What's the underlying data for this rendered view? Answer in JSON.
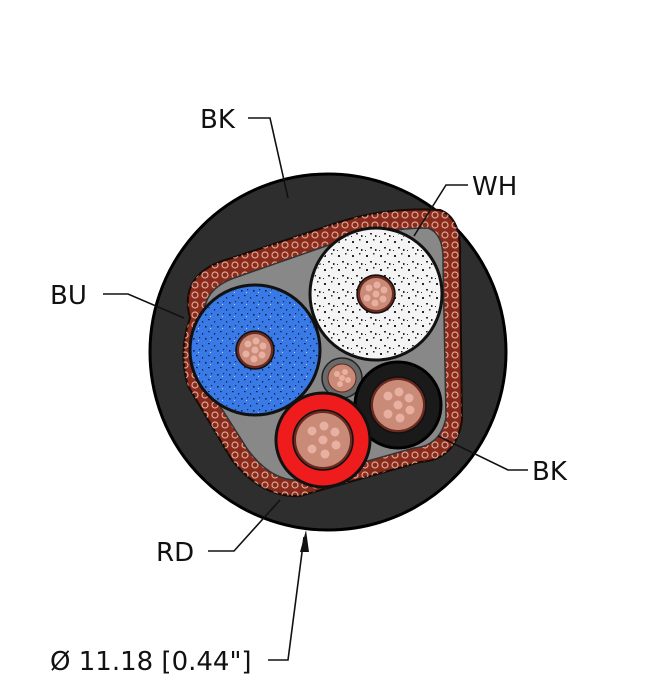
{
  "labels": {
    "jacket": "BK",
    "white_core": "WH",
    "blue_core": "BU",
    "black_core": "BK",
    "red_core": "RD",
    "diameter": "Ø 11.18 [0.44\"]"
  },
  "colors": {
    "jacket": "#2e2e2e",
    "filler": "#888888",
    "braid": "#8a2a1a",
    "blue": "#3a7ae6",
    "white": "#f4f4f4",
    "red": "#ee1c1c",
    "black": "#1a1a1a",
    "copper": "#c98a78"
  }
}
